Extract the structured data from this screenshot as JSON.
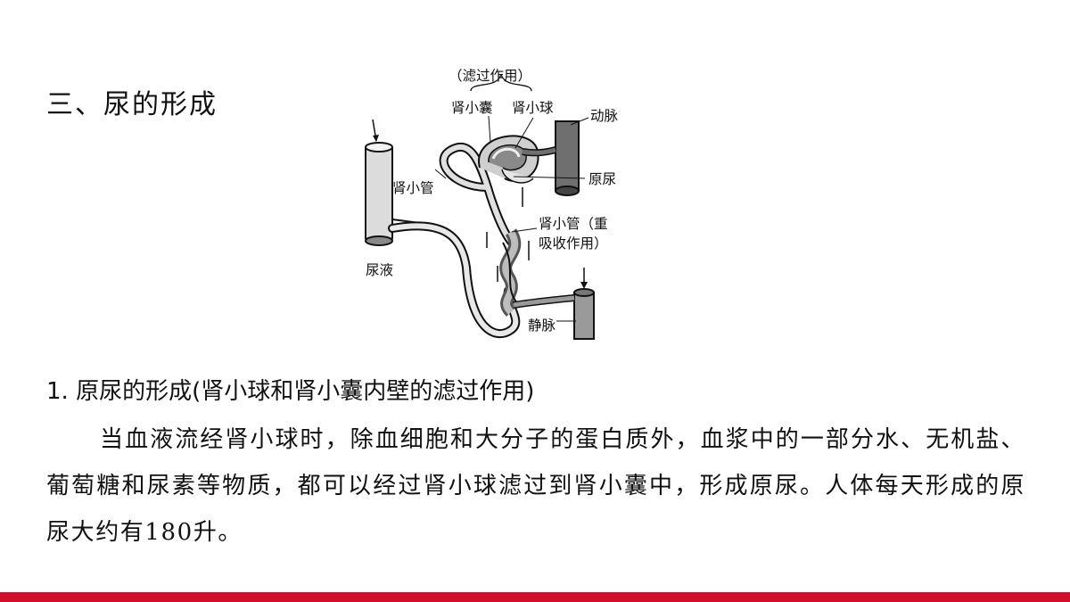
{
  "section": {
    "title": "三、尿的形成"
  },
  "diagram": {
    "labels": {
      "filtration": "（滤过作用）",
      "capsule": "肾小囊",
      "glomerulus": "肾小球",
      "artery": "动脉",
      "primary_urine": "原尿",
      "tubule": "肾小管",
      "tubule_reabsorption_1": "肾小管（重",
      "tubule_reabsorption_2": "吸收作用）",
      "urine": "尿液",
      "vein": "静脉"
    }
  },
  "subsection": {
    "title": "1. 原尿的形成(肾小球和肾小囊内壁的滤过作用)"
  },
  "paragraph": "当血液流经肾小球时，除血细胞和大分子的蛋白质外，血浆中的一部分水、无机盐、葡萄糖和尿素等物质，都可以经过肾小球滤过到肾小囊中，形成原尿。人体每天形成的原尿大约有180升。",
  "colors": {
    "accent": "#d0102a",
    "vessel": "#7a7a7a",
    "tubule": "#d9d9d9"
  }
}
